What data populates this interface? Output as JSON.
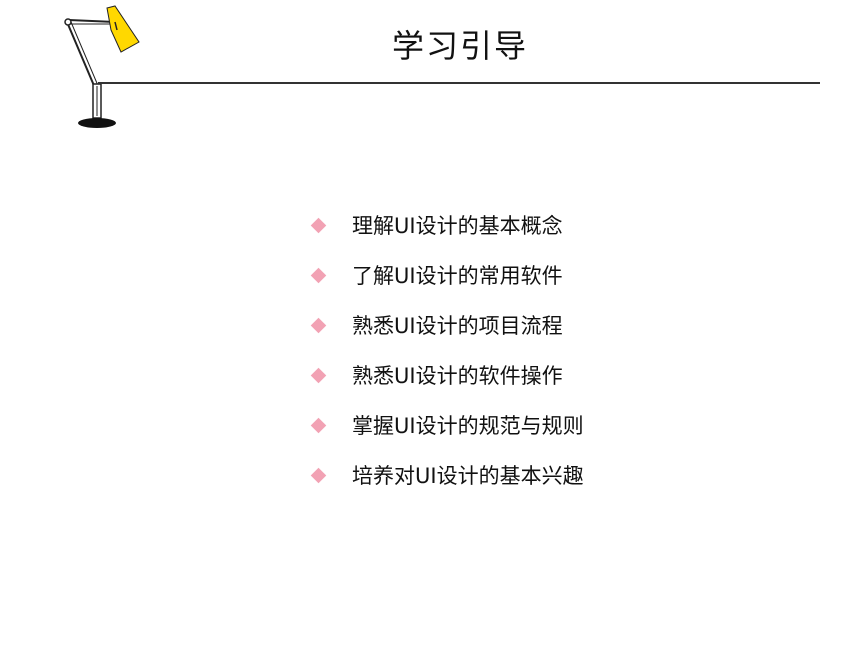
{
  "header": {
    "title": "学习引导"
  },
  "icons": {
    "lamp": "desk-lamp-icon"
  },
  "colors": {
    "bullet": "#f2a2b4",
    "lamp_shade": "#ffd800",
    "rule": "#333333"
  },
  "objectives": [
    {
      "text": "理解UI设计的基本概念"
    },
    {
      "text": "了解UI设计的常用软件"
    },
    {
      "text": "熟悉UI设计的项目流程"
    },
    {
      "text": "熟悉UI设计的软件操作"
    },
    {
      "text": "掌握UI设计的规范与规则"
    },
    {
      "text": "培养对UI设计的基本兴趣"
    }
  ]
}
